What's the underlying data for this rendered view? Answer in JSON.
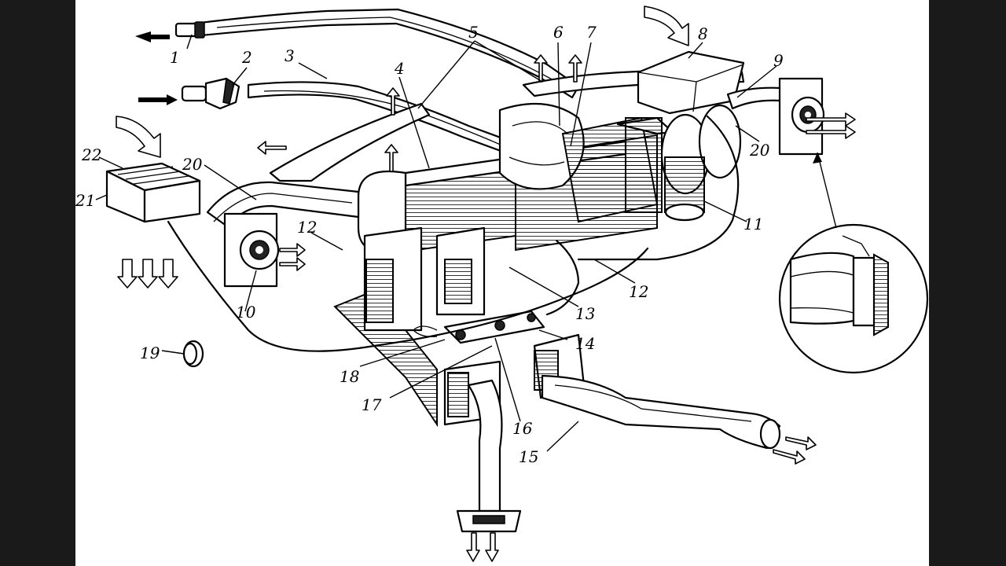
{
  "diagram": {
    "labels": [
      "1",
      "2",
      "3",
      "4",
      "5",
      "6",
      "7",
      "8",
      "9",
      "10",
      "11",
      "12",
      "12",
      "13",
      "14",
      "15",
      "16",
      "17",
      "18",
      "19",
      "20",
      "20",
      "21",
      "22"
    ]
  }
}
